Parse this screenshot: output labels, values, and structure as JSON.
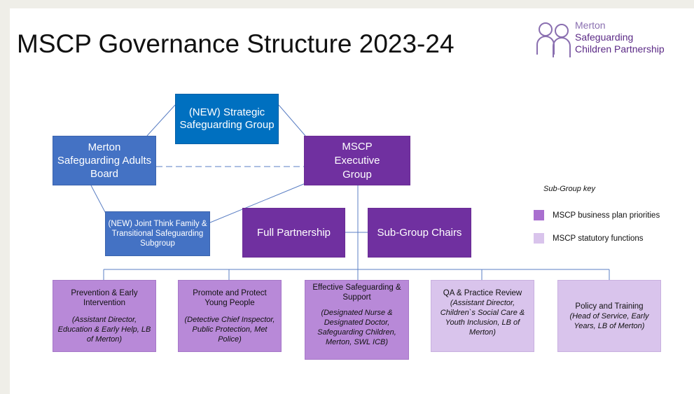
{
  "title": "MSCP Governance Structure 2023-24",
  "logo": {
    "line1": "Merton",
    "line2": "Safeguarding",
    "line3": "Children Partnership",
    "color": "#5b2a86"
  },
  "boxes": {
    "strategic_group": "(NEW) Strategic Safeguarding Group",
    "adults_board": "Merton Safeguarding Adults Board",
    "executive_group": "MSCP Executive Group",
    "joint_think_family": "(NEW) Joint Think Family & Transitional Safeguarding Subgroup",
    "full_partnership": "Full Partnership",
    "subgroup_chairs": "Sub-Group Chairs"
  },
  "key": {
    "title": "Sub-Group key",
    "items": [
      {
        "label": "MSCP business plan priorities",
        "color": "#b889d8"
      },
      {
        "label": "MSCP statutory functions",
        "color": "#d9c4ec"
      }
    ]
  },
  "subgroups": [
    {
      "name": "Prevention & Early Intervention",
      "role": "(Assistant Director, Education & Early Help, LB of Merton)"
    },
    {
      "name": "Promote and Protect Young People",
      "role": "(Detective Chief Inspector, Public Protection, Met Police)"
    },
    {
      "name": "Effective Safeguarding & Support",
      "role": "(Designated Nurse & Designated Doctor, Safeguarding Children, Merton, SWL ICB)"
    },
    {
      "name": "QA & Practice Review",
      "role": "(Assistant Director, Children`s Social Care & Youth Inclusion, LB of Merton)"
    },
    {
      "name": "Policy and Training",
      "role": "(Head of Service, Early Years, LB of Merton)"
    }
  ],
  "colors": {
    "blue": "#4472c4",
    "blue_dark": "#0070c0",
    "purple": "#7030a0",
    "priority": "#b889d8",
    "statutory": "#d9c4ec"
  }
}
